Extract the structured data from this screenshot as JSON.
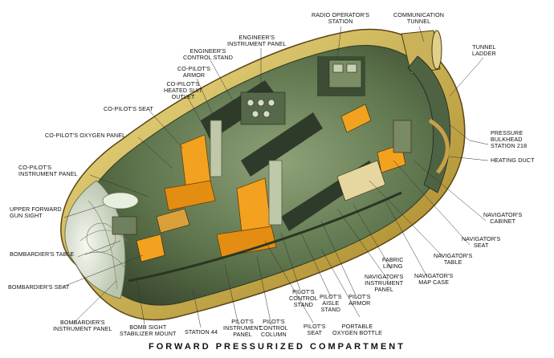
{
  "title": "FORWARD PRESSURIZED COMPARTMENT",
  "labels": {
    "radio_operators_station": [
      "RADIO OPERATOR'S",
      "STATION"
    ],
    "communication_tunnel": [
      "COMMUNICATION",
      "TUNNEL"
    ],
    "engineers_instrument_panel": [
      "ENGINEER'S",
      "INSTRUMENT PANEL"
    ],
    "engineers_control_stand": [
      "ENGINEER'S",
      "CONTROL STAND"
    ],
    "copilots_armor": [
      "CO-PILOT'S",
      "ARMOR"
    ],
    "copilots_heated_suit_outlet": [
      "CO-PILOT'S",
      "HEATED SUIT",
      "OUTLET"
    ],
    "tunnel_ladder": [
      "TUNNEL",
      "LADDER"
    ],
    "copilots_seat": [
      "CO-PILOT'S SEAT"
    ],
    "pressure_bulkhead": [
      "PRESSURE",
      "BULKHEAD",
      "STATION 218"
    ],
    "copilots_oxygen_panel": [
      "CO-PILOT'S OXYGEN PANEL"
    ],
    "heating_duct": [
      "HEATING DUCT"
    ],
    "copilots_instrument_panel": [
      "CO-PILOT'S",
      "INSTRUMENT PANEL"
    ],
    "upper_forward_gun_sight": [
      "UPPER FORWARD",
      "GUN SIGHT"
    ],
    "navigators_cabinet": [
      "NAVIGATOR'S",
      "CABINET"
    ],
    "navigators_seat": [
      "NAVIGATOR'S",
      "SEAT"
    ],
    "bombardiers_table": [
      "BOMBARDIER'S TABLE"
    ],
    "navigators_table": [
      "NAVIGATOR'S",
      "TABLE"
    ],
    "fabric_lining": [
      "FABRIC",
      "LINING"
    ],
    "navigators_map_case": [
      "NAVIGATOR'S",
      "MAP CASE"
    ],
    "navigators_instrument_panel": [
      "NAVIGATOR'S",
      "INSTRUMENT",
      "PANEL"
    ],
    "bombardiers_seat": [
      "BOMBARDIER'S SEAT"
    ],
    "pilots_armor": [
      "PILOT'S",
      "ARMOR"
    ],
    "pilots_control_stand": [
      "PILOT'S",
      "CONTROL",
      "STAND"
    ],
    "pilots_aisle_stand": [
      "PILOT'S",
      "AISLE",
      "STAND"
    ],
    "bombardiers_instrument_panel": [
      "BOMBARDIER'S",
      "INSTRUMENT PANEL"
    ],
    "bomb_sight_stabilizer_mount": [
      "BOMB SIGHT",
      "STABILIZER MOUNT"
    ],
    "station_44": [
      "STATION 44"
    ],
    "pilots_instrument_panel": [
      "PILOT'S",
      "INSTRUMENT",
      "PANEL"
    ],
    "pilots_control_column": [
      "PILOT'S",
      "CONTROL",
      "COLUMN"
    ],
    "pilots_seat": [
      "PILOT'S",
      "SEAT"
    ],
    "portable_oxygen_bottle": [
      "PORTABLE",
      "OXYGEN BOTTLE"
    ]
  },
  "colors": {
    "hull": "#d9c45a",
    "hull_dark": "#8a6a1e",
    "interior": "#6f8a5c",
    "interior_dark": "#3a4a34",
    "seat": "#f2a21e",
    "glass": "#e8efe0",
    "leader": "#333333"
  }
}
